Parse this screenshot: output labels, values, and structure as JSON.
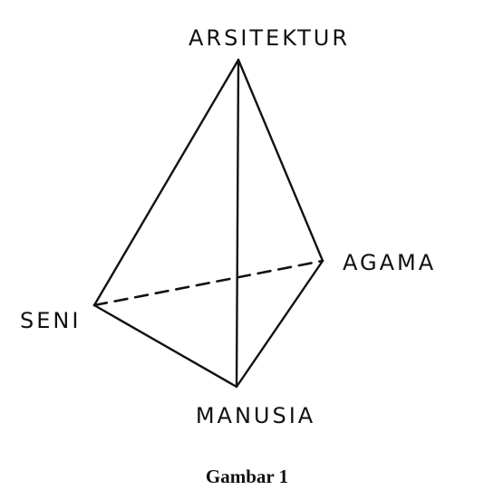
{
  "diagram": {
    "nodes": [
      {
        "id": "apex",
        "label": "ARSITEKTUR"
      },
      {
        "id": "right",
        "label": "AGAMA"
      },
      {
        "id": "left",
        "label": "SENI"
      },
      {
        "id": "bottom",
        "label": "MANUSIA"
      }
    ],
    "edges": [
      {
        "from": "apex",
        "to": "left",
        "style": "solid"
      },
      {
        "from": "apex",
        "to": "right",
        "style": "solid"
      },
      {
        "from": "apex",
        "to": "bottom",
        "style": "solid"
      },
      {
        "from": "left",
        "to": "bottom",
        "style": "solid"
      },
      {
        "from": "right",
        "to": "bottom",
        "style": "solid"
      },
      {
        "from": "left",
        "to": "right",
        "style": "dashed"
      }
    ]
  },
  "caption": "Gambar 1"
}
